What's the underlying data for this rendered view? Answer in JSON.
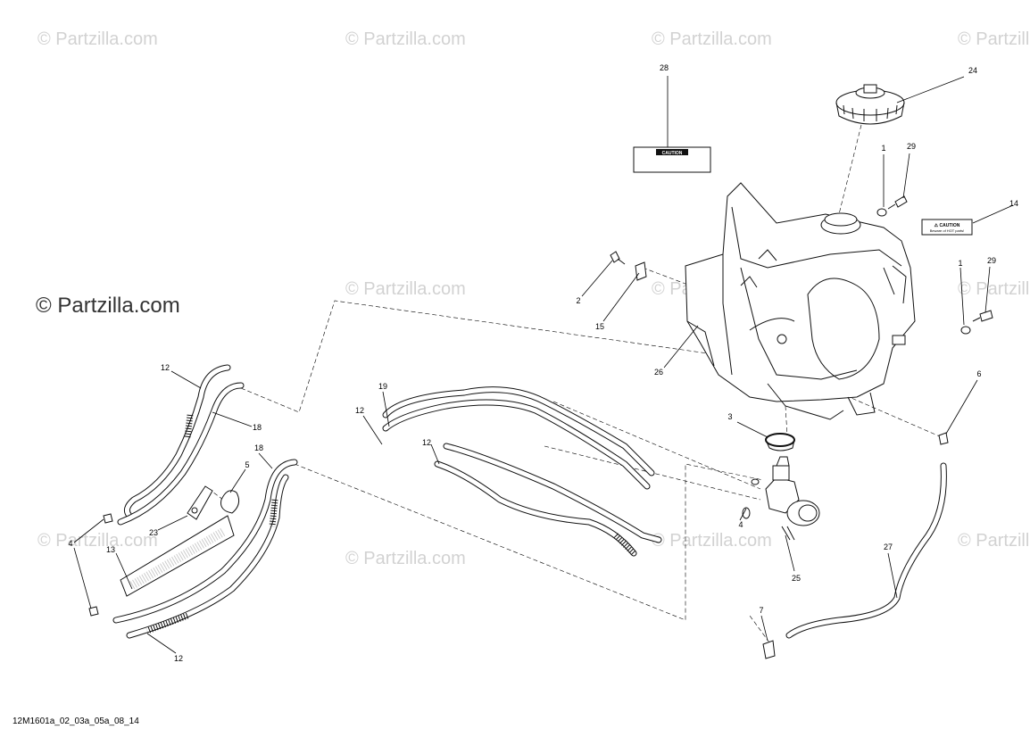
{
  "watermark": {
    "text": "© Partzilla.com",
    "prominent_text": "© Partzilla.com"
  },
  "drawing_code": "12M1601a_02_03a_05a_08_14",
  "labels": {
    "caution_sticker": "CAUTION",
    "warning_sticker": {
      "title": "⚠ CAUTION",
      "line": "Beware of HOT parts!"
    }
  },
  "callouts": [
    "28",
    "24",
    "1",
    "29",
    "14",
    "2",
    "15",
    "26",
    "1",
    "29",
    "3",
    "6",
    "12",
    "18",
    "19",
    "12",
    "12",
    "5",
    "18",
    "23",
    "4",
    "13",
    "4",
    "25",
    "27",
    "7",
    "12"
  ],
  "colors": {
    "lines": "#111111",
    "watermark": "#d2d2d2",
    "background": "#ffffff"
  }
}
